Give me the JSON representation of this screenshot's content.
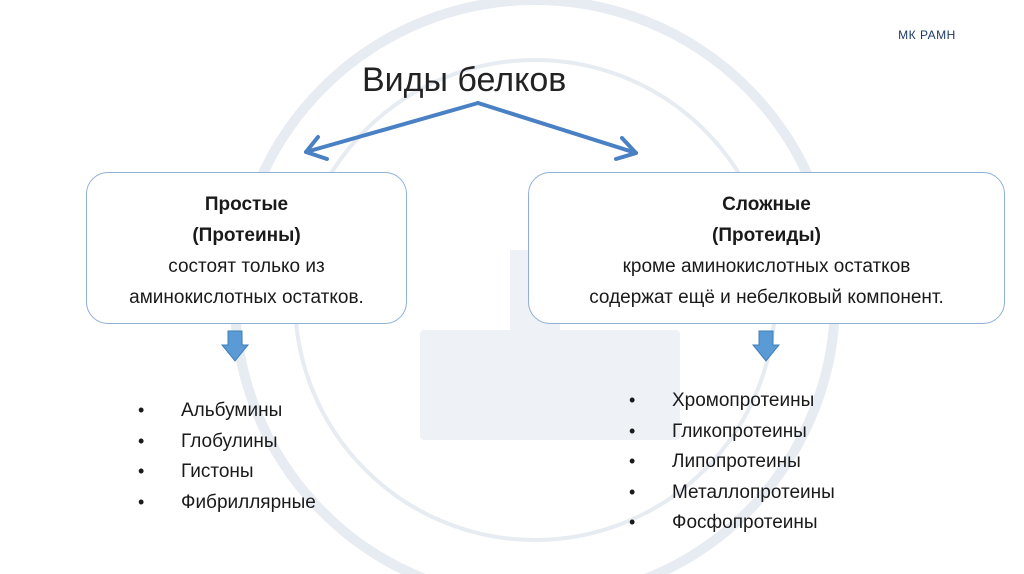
{
  "header": {
    "title": "Виды белков",
    "logo": "МК РАМН"
  },
  "left": {
    "heading": "Простые",
    "subheading": "(Протеины)",
    "description_line1": "состоят только из",
    "description_line2": "аминокислотных остатков.",
    "items": [
      "Альбумины",
      "Глобулины",
      "Гистоны",
      "Фибриллярные"
    ]
  },
  "right": {
    "heading": "Сложные",
    "subheading": "(Протеиды)",
    "description_line1": "кроме аминокислотных остатков",
    "description_line2": "содержат ещё и небелковый компонент.",
    "items": [
      "Хромопротеины",
      "Гликопротеины",
      "Липопротеины",
      "Металлопротеины",
      "Фосфопротеины"
    ]
  },
  "colors": {
    "arrow": "#4a80c4",
    "down_arrow": "#5b9bd5",
    "box_border": "#8fb0d8",
    "watermark": "#e4e9f1"
  }
}
